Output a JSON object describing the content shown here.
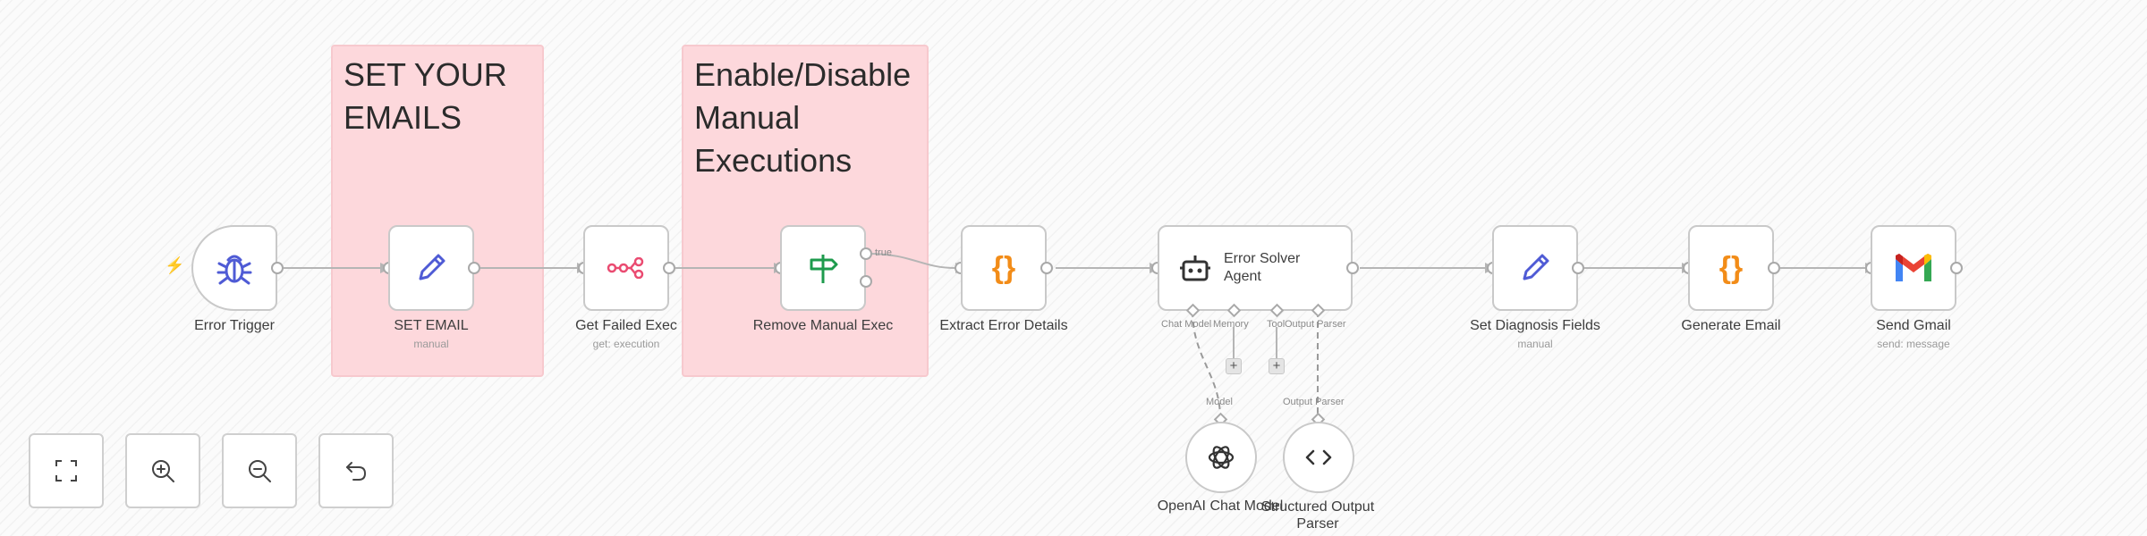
{
  "canvas": {
    "sticky_notes": [
      {
        "text": "SET YOUR\nEMAILS"
      },
      {
        "text": "Enable/Disable\nManual\nExecutions"
      }
    ],
    "nodes": {
      "error_trigger": {
        "label": "Error Trigger",
        "icon": "bug-icon"
      },
      "set_email": {
        "label": "SET EMAIL",
        "sub": "manual",
        "icon": "pencil-icon"
      },
      "get_failed_exec": {
        "label": "Get Failed Exec",
        "sub": "get: execution",
        "icon": "n8n-logo-icon"
      },
      "remove_manual_exec": {
        "label": "Remove Manual Exec",
        "icon": "signpost-icon",
        "output_label": "true"
      },
      "extract_error_details": {
        "label": "Extract Error Details",
        "icon": "code-braces-icon"
      },
      "error_solver_agent": {
        "title": "Error Solver Agent",
        "icon": "robot-icon",
        "ports": [
          "Chat Model",
          "Memory",
          "Tool",
          "Output Parser"
        ]
      },
      "set_diagnosis_fields": {
        "label": "Set Diagnosis Fields",
        "sub": "manual",
        "icon": "pencil-icon"
      },
      "generate_email": {
        "label": "Generate Email",
        "icon": "code-braces-icon"
      },
      "send_gmail": {
        "label": "Send Gmail",
        "sub": "send: message",
        "icon": "gmail-icon"
      },
      "openai_chat_model": {
        "label": "OpenAI Chat Model",
        "input_label": "Model",
        "icon": "openai-icon"
      },
      "structured_output_parser": {
        "label": "Structured Output\nParser",
        "input_label": "Output Parser",
        "icon": "code-angle-icon"
      }
    },
    "colors": {
      "sticky": "#fdd8dc",
      "bug": "#4f5bd5",
      "pencil": "#4f5bd5",
      "n8n": "#ea4b71",
      "signpost": "#1e9b4d",
      "braces": "#f28c18"
    }
  },
  "controls": [
    {
      "name": "fit-view-button",
      "icon": "fit-view-icon"
    },
    {
      "name": "zoom-in-button",
      "icon": "zoom-in-icon"
    },
    {
      "name": "zoom-out-button",
      "icon": "zoom-out-icon"
    },
    {
      "name": "reset-button",
      "icon": "undo-icon"
    }
  ]
}
